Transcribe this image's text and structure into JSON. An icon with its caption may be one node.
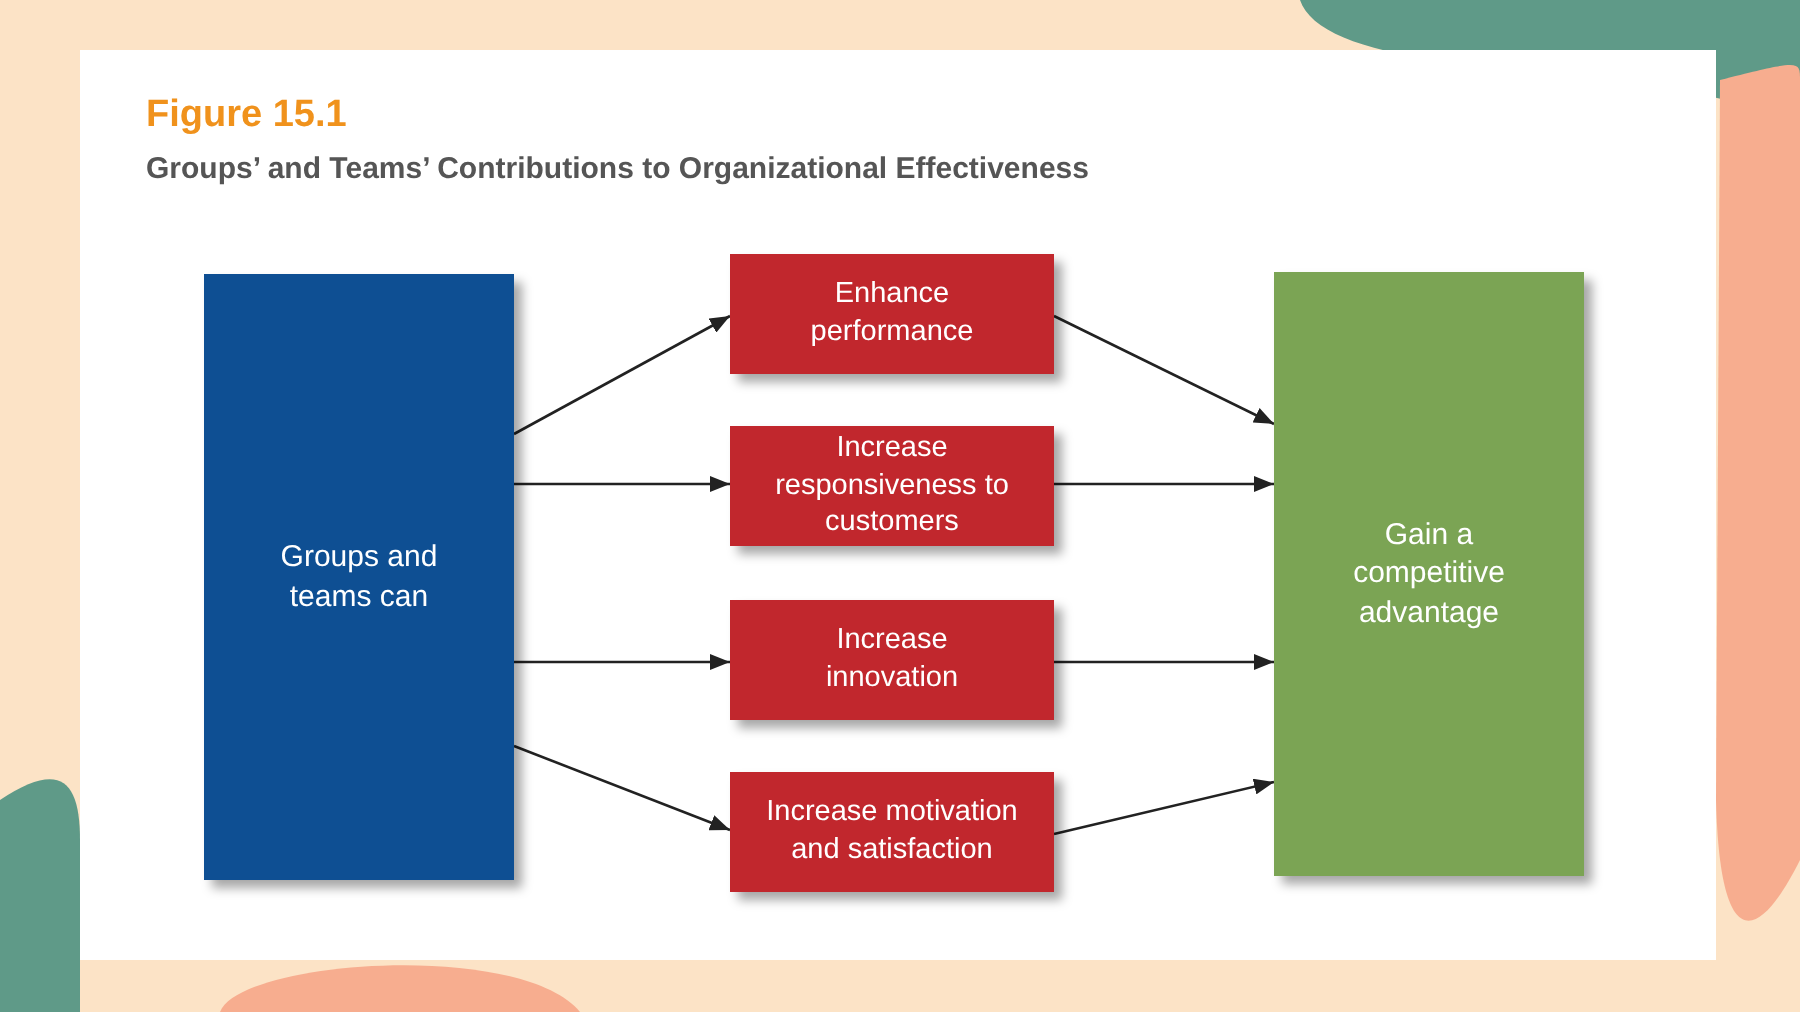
{
  "diagram": {
    "title": "Figure 15.1",
    "caption": "Groups’ and Teams’ Contributions to Organizational Effectiveness",
    "nodes": [
      {
        "text": [
          "Groups and teams can"
        ]
      },
      {
        "text": [
          "Enhance performance"
        ]
      },
      {
        "text": [
          "Increase responsiveness to customers"
        ]
      },
      {
        "text": [
          "Increase innovation"
        ]
      },
      {
        "text": [
          "Increase motivation and satisfaction"
        ]
      },
      {
        "text": [
          "Gain a competitive advantage"
        ]
      }
    ],
    "edges": [
      {
        "from": 0,
        "to": 1,
        "arrow": "to"
      },
      {
        "from": 0,
        "to": 2,
        "arrow": "to"
      },
      {
        "from": 0,
        "to": 3,
        "arrow": "to"
      },
      {
        "from": 0,
        "to": 4,
        "arrow": "to"
      },
      {
        "from": 1,
        "to": 5,
        "arrow": "to"
      },
      {
        "from": 2,
        "to": 5,
        "arrow": "to"
      },
      {
        "from": 3,
        "to": 5,
        "arrow": "to"
      },
      {
        "from": 4,
        "to": 5,
        "arrow": "to"
      }
    ]
  }
}
